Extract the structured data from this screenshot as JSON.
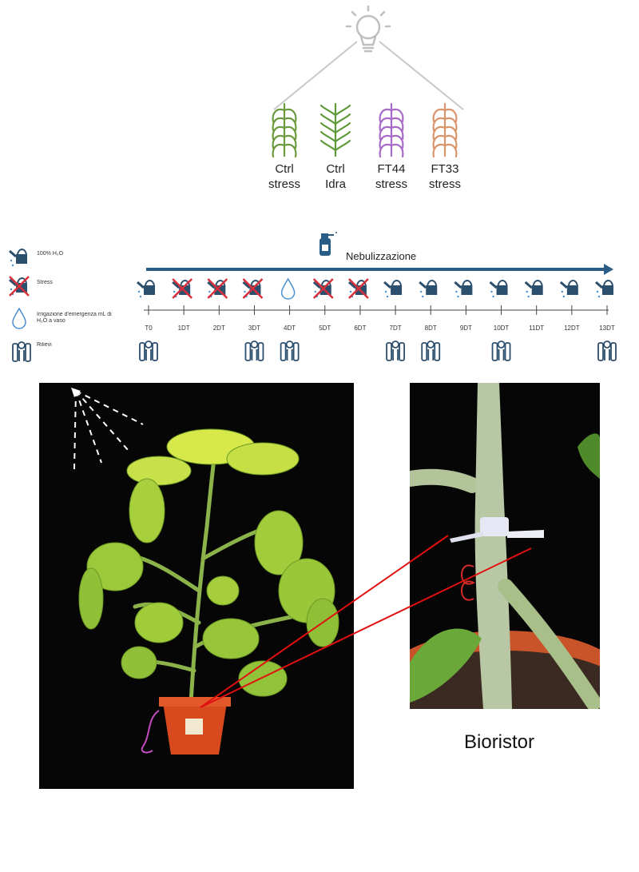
{
  "treatments": [
    {
      "line1": "Ctrl",
      "line2": "stress",
      "color": "#6a9a3c",
      "stressed": true
    },
    {
      "line1": "Ctrl",
      "line2": "Idra",
      "color": "#5f9a3a",
      "stressed": false
    },
    {
      "line1": "FT44",
      "line2": "stress",
      "color": "#a76bc7",
      "stressed": true
    },
    {
      "line1": "FT33",
      "line2": "stress",
      "color": "#d9956a",
      "stressed": true
    }
  ],
  "legend": [
    {
      "icon": "watering-can-icon",
      "text": "100% H₂O"
    },
    {
      "icon": "no-water-icon",
      "text": "Stress"
    },
    {
      "icon": "water-drop-icon",
      "text": "Irrigazione d'emergenza mL di H₂O a vaso"
    },
    {
      "icon": "sensor-icon",
      "text": "Rilievi"
    }
  ],
  "timeline": {
    "label": "Nebulizzazione",
    "arrow_color": "#2a5d86",
    "days": [
      "T0",
      "1DT",
      "2DT",
      "3DT",
      "4DT",
      "5DT",
      "6DT",
      "7DT",
      "8DT",
      "9DT",
      "10DT",
      "11DT",
      "12DT",
      "13DT"
    ],
    "day_icons": [
      "water",
      "stress",
      "stress",
      "stress",
      "drop",
      "stress",
      "stress",
      "water",
      "water",
      "water",
      "water",
      "water",
      "water",
      "water"
    ],
    "measurement_days": [
      "T0",
      "3DT",
      "4DT",
      "7DT",
      "8DT",
      "10DT",
      "13DT"
    ]
  },
  "caption": "Bioristor",
  "colors": {
    "icon_blue": "#2d4f6e",
    "stress_red": "#d8303a",
    "drop_blue": "#4a8fd0",
    "line_red": "#e01010"
  }
}
